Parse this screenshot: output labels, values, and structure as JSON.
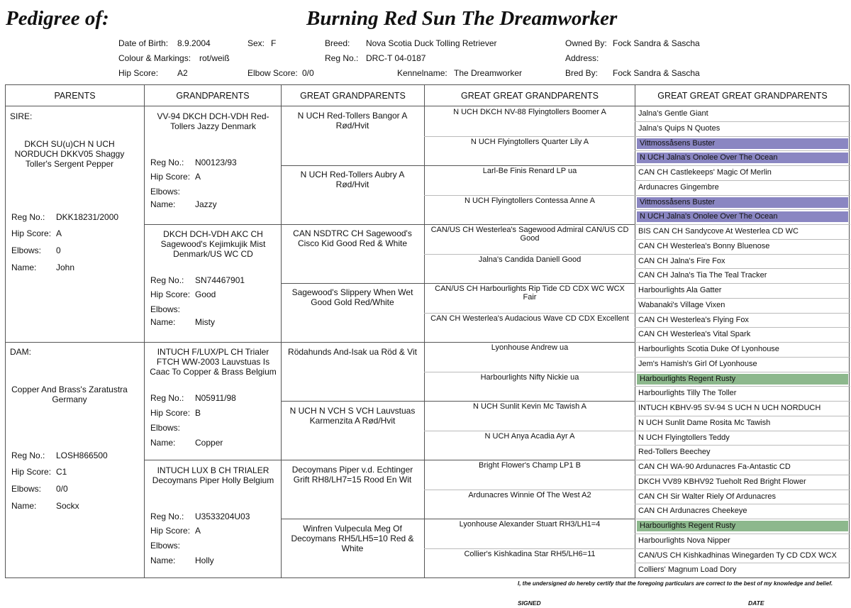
{
  "title": {
    "prefix": "Pedigree of:",
    "name": "Burning Red Sun The Dreamworker"
  },
  "header": {
    "dob_label": "Date of Birth:",
    "dob": "8.9.2004",
    "sex_label": "Sex:",
    "sex": "F",
    "breed_label": "Breed:",
    "breed": "Nova Scotia Duck Tolling Retriever",
    "owned_label": "Owned By:",
    "owned": "Fock Sandra & Sascha",
    "colour_label": "Colour & Markings:",
    "colour": "rot/weiß",
    "reg_label": "Reg No.:",
    "reg": "DRC-T 04-0187",
    "address_label": "Address:",
    "hip_label": "Hip Score:",
    "hip": "A2",
    "elbow_label": "Elbow Score:",
    "elbow": "0/0",
    "kennel_label": "Kennelname:",
    "kennel": "The Dreamworker",
    "bred_label": "Bred By:",
    "bred": "Fock Sandra & Sascha"
  },
  "columns": [
    "PARENTS",
    "GRANDPARENTS",
    "GREAT GRANDPARENTS",
    "GREAT GREAT GRANDPARENTS",
    "GREAT GREAT GREAT GRANDPARENTS"
  ],
  "field_labels": {
    "reg": "Reg No.:",
    "hip": "Hip Score:",
    "elbows": "Elbows:",
    "name": "Name:"
  },
  "sire": {
    "heading": "SIRE:",
    "title": "DKCH SU(u)CH N UCH NORDUCH DKKV05 Shaggy Toller's Sergent Pepper",
    "reg": "DKK18231/2000",
    "hip": "A",
    "elbows": "0",
    "name": "John"
  },
  "dam": {
    "heading": "DAM:",
    "title": "Copper And Brass's Zaratustra Germany",
    "reg": "LOSH866500",
    "hip": "C1",
    "elbows": "0/0",
    "name": "Sockx"
  },
  "grandparents": [
    {
      "title": "VV-94 DKCH DCH-VDH Red-Tollers Jazzy Denmark",
      "reg": "N00123/93",
      "hip": "A",
      "elbows": "",
      "name": "Jazzy"
    },
    {
      "title": "DKCH DCH-VDH AKC CH Sagewood's Kejimkujik Mist Denmark/US WC CD",
      "reg": "SN74467901",
      "hip": "Good",
      "elbows": "",
      "name": "Misty"
    },
    {
      "title": "INTUCH F/LUX/PL CH Trialer FTCH WW-2003 Lauvstuas Is Caac To Copper & Brass Belgium",
      "reg": "N05911/98",
      "hip": "B",
      "elbows": "",
      "name": "Copper"
    },
    {
      "title": "INTUCH LUX B CH TRIALER Decoymans Piper Holly Belgium",
      "reg": "U3533204U03",
      "hip": "A",
      "elbows": "",
      "name": "Holly"
    }
  ],
  "great_grandparents": [
    "N UCH Red-Tollers Bangor A Rød/Hvit",
    "N UCH Red-Tollers Aubry A Rød/Hvit",
    "CAN NSDTRC CH Sagewood's Cisco Kid Good Red & White",
    "Sagewood's Slippery When Wet Good Gold Red/White",
    "Rödahunds And-Isak ua Röd & Vit",
    "N UCH N VCH S VCH Lauvstuas Karmenzita A Rød/Hvit",
    "Decoymans Piper v.d. Echtinger Grift RH8/LH7=15 Rood En Wit",
    "Winfren Vulpecula Meg Of Decoymans RH5/LH5=10 Red & White"
  ],
  "gg_grandparents": [
    "N UCH DKCH NV-88 Flyingtollers Boomer  A",
    "N UCH Flyingtollers Quarter Lily  A",
    "Larl-Be Finis Renard LP ua",
    "N UCH Flyingtollers Contessa Anne  A",
    "CAN/US CH Westerlea's Sagewood Admiral CAN/US CD Good",
    "Jalna's Candida Daniell  Good",
    "CAN/US CH Harbourlights Rip Tide CD CDX WC WCX Fair",
    "CAN CH Westerlea's Audacious Wave CD CDX Excellent",
    "Lyonhouse Andrew  ua",
    "Harbourlights Nifty Nickie  ua",
    "N UCH Sunlit Kevin Mc Tawish  A",
    "N UCH Anya Acadia Ayr  A",
    "Bright Flower's Champ LP1 B",
    "Ardunacres Winnie Of The West  A2",
    "Lyonhouse Alexander Stuart  RH3/LH1=4",
    "Collier's Kishkadina Star  RH5/LH6=11"
  ],
  "ggg_grandparents": [
    {
      "text": "Jalna's Gentle Giant",
      "hl": ""
    },
    {
      "text": "Jalna's Quips N Quotes",
      "hl": ""
    },
    {
      "text": "Vittmossåsens Buster",
      "hl": "blue"
    },
    {
      "text": "N UCH Jalna's Onolee Over The Ocean",
      "hl": "blue"
    },
    {
      "text": "CAN CH Castlekeeps' Magic Of Merlin",
      "hl": ""
    },
    {
      "text": "Ardunacres Gingembre",
      "hl": ""
    },
    {
      "text": "Vittmossåsens Buster",
      "hl": "blue"
    },
    {
      "text": "N UCH Jalna's Onolee Over The Ocean",
      "hl": "blue"
    },
    {
      "text": "BIS CAN CH Sandycove At Westerlea CD WC",
      "hl": ""
    },
    {
      "text": "CAN CH Westerlea's Bonny Bluenose",
      "hl": ""
    },
    {
      "text": "CAN CH Jalna's Fire Fox",
      "hl": ""
    },
    {
      "text": "CAN CH Jalna's Tia The Teal Tracker",
      "hl": ""
    },
    {
      "text": "Harbourlights Ala Gatter",
      "hl": ""
    },
    {
      "text": "Wabanaki's Village Vixen",
      "hl": ""
    },
    {
      "text": "CAN CH Westerlea's Flying Fox",
      "hl": ""
    },
    {
      "text": "CAN CH Westerlea's Vital Spark",
      "hl": ""
    },
    {
      "text": "Harbourlights Scotia Duke Of Lyonhouse",
      "hl": ""
    },
    {
      "text": "Jem's Hamish's Girl Of Lyonhouse",
      "hl": ""
    },
    {
      "text": "Harbourlights Regent Rusty",
      "hl": "green"
    },
    {
      "text": "Harbourlights Tilly The Toller",
      "hl": ""
    },
    {
      "text": "INTUCH KBHV-95 SV-94 S UCH N UCH NORDUCH",
      "hl": ""
    },
    {
      "text": "N UCH Sunlit Dame Rosita Mc Tawish",
      "hl": ""
    },
    {
      "text": "N UCH Flyingtollers Teddy",
      "hl": ""
    },
    {
      "text": "Red-Tollers Beechey",
      "hl": ""
    },
    {
      "text": "CAN CH WA-90 Ardunacres Fa-Antastic CD",
      "hl": ""
    },
    {
      "text": "DKCH VV89 KBHV92 Tueholt Red Bright Flower",
      "hl": ""
    },
    {
      "text": "CAN CH Sir Walter Riely Of Ardunacres",
      "hl": ""
    },
    {
      "text": "CAN CH Ardunacres Cheekeye",
      "hl": ""
    },
    {
      "text": "Harbourlights Regent Rusty",
      "hl": "green"
    },
    {
      "text": "Harbourlights Nova Nipper",
      "hl": ""
    },
    {
      "text": "CAN/US CH Kishkadhinas Winegarden Ty CD CDX WCX",
      "hl": ""
    },
    {
      "text": "Colliers' Magnum Load Dory",
      "hl": ""
    }
  ],
  "footer": {
    "certify": "I, the undersigned do hereby certify that the foregoing   particulars are correct to the best of my knowledge and belief.",
    "signed": "SIGNED",
    "date": "DATE"
  }
}
